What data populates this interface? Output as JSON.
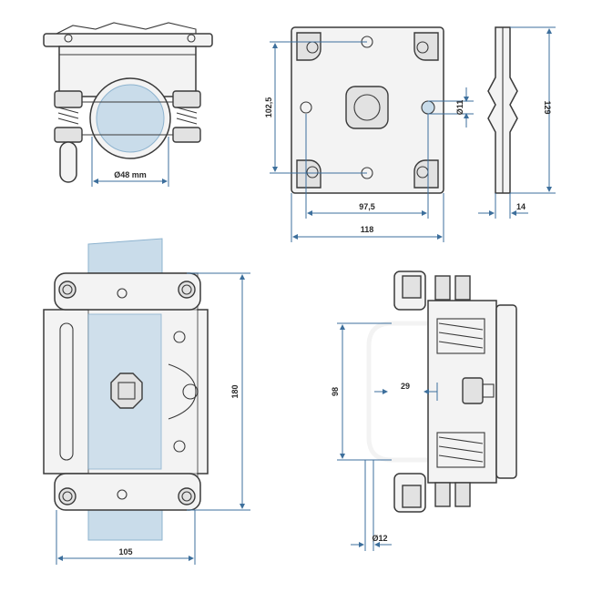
{
  "dimensions": {
    "pipe_diameter": "Ø48 mm",
    "plate_height": "102,5",
    "hole_diameter": "Ø11",
    "side_height": "129",
    "hole_spacing": "97,5",
    "plate_width": "118",
    "side_depth": "14",
    "front_height": "180",
    "front_width": "105",
    "bracket_height": "98",
    "bracket_inner": "29",
    "rod_diameter": "Ø12"
  },
  "colors": {
    "dimension_line": "#3d6f9c",
    "pipe_fill": "#c9dcea",
    "outline": "#3a3a3a"
  }
}
